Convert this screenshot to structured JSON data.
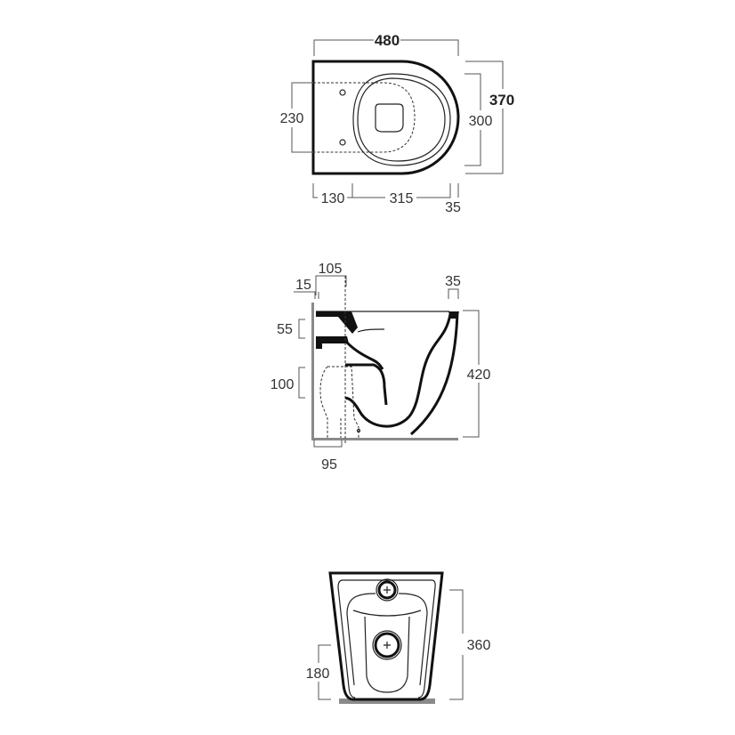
{
  "top_view": {
    "width": "480",
    "depth_total": "370",
    "depth_bowl": "300",
    "fixing_span": "230",
    "rear_to_fixing": "130",
    "fixing_to_rim": "315",
    "rim_thickness": "35"
  },
  "side_view": {
    "to_axis": "105",
    "wall_gap": "15",
    "rim_width": "35",
    "inlet_height": "55",
    "outlet_height": "100",
    "height": "420",
    "outlet_axis": "95"
  },
  "front_view": {
    "height": "360",
    "outlet_center_height": "180"
  },
  "colors": {
    "line": "#111111",
    "dimension": "#555555",
    "wall": "#8a8a8a"
  }
}
